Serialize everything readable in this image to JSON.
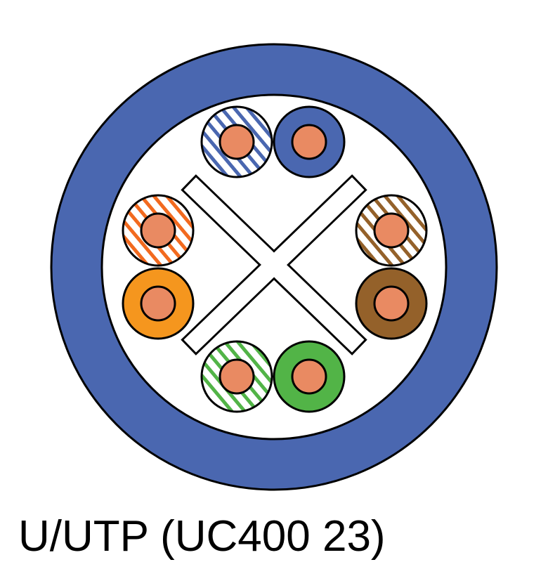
{
  "caption": "U/UTP (UC400 23)",
  "colors": {
    "jacket": "#4A67B0",
    "core": "#E98A62",
    "blue": "#4A67B0",
    "orange": "#F5961E",
    "brown": "#94612A",
    "green": "#52B447",
    "orange_stripe": "#F26A1F"
  },
  "pairs": [
    {
      "name": "blue",
      "striped_color": "#4A67B0",
      "solid_color": "#4A67B0"
    },
    {
      "name": "orange",
      "striped_color": "#F26A1F",
      "solid_color": "#F5961E"
    },
    {
      "name": "brown",
      "striped_color": "#94612A",
      "solid_color": "#94612A"
    },
    {
      "name": "green",
      "striped_color": "#52B447",
      "solid_color": "#52B447"
    }
  ]
}
